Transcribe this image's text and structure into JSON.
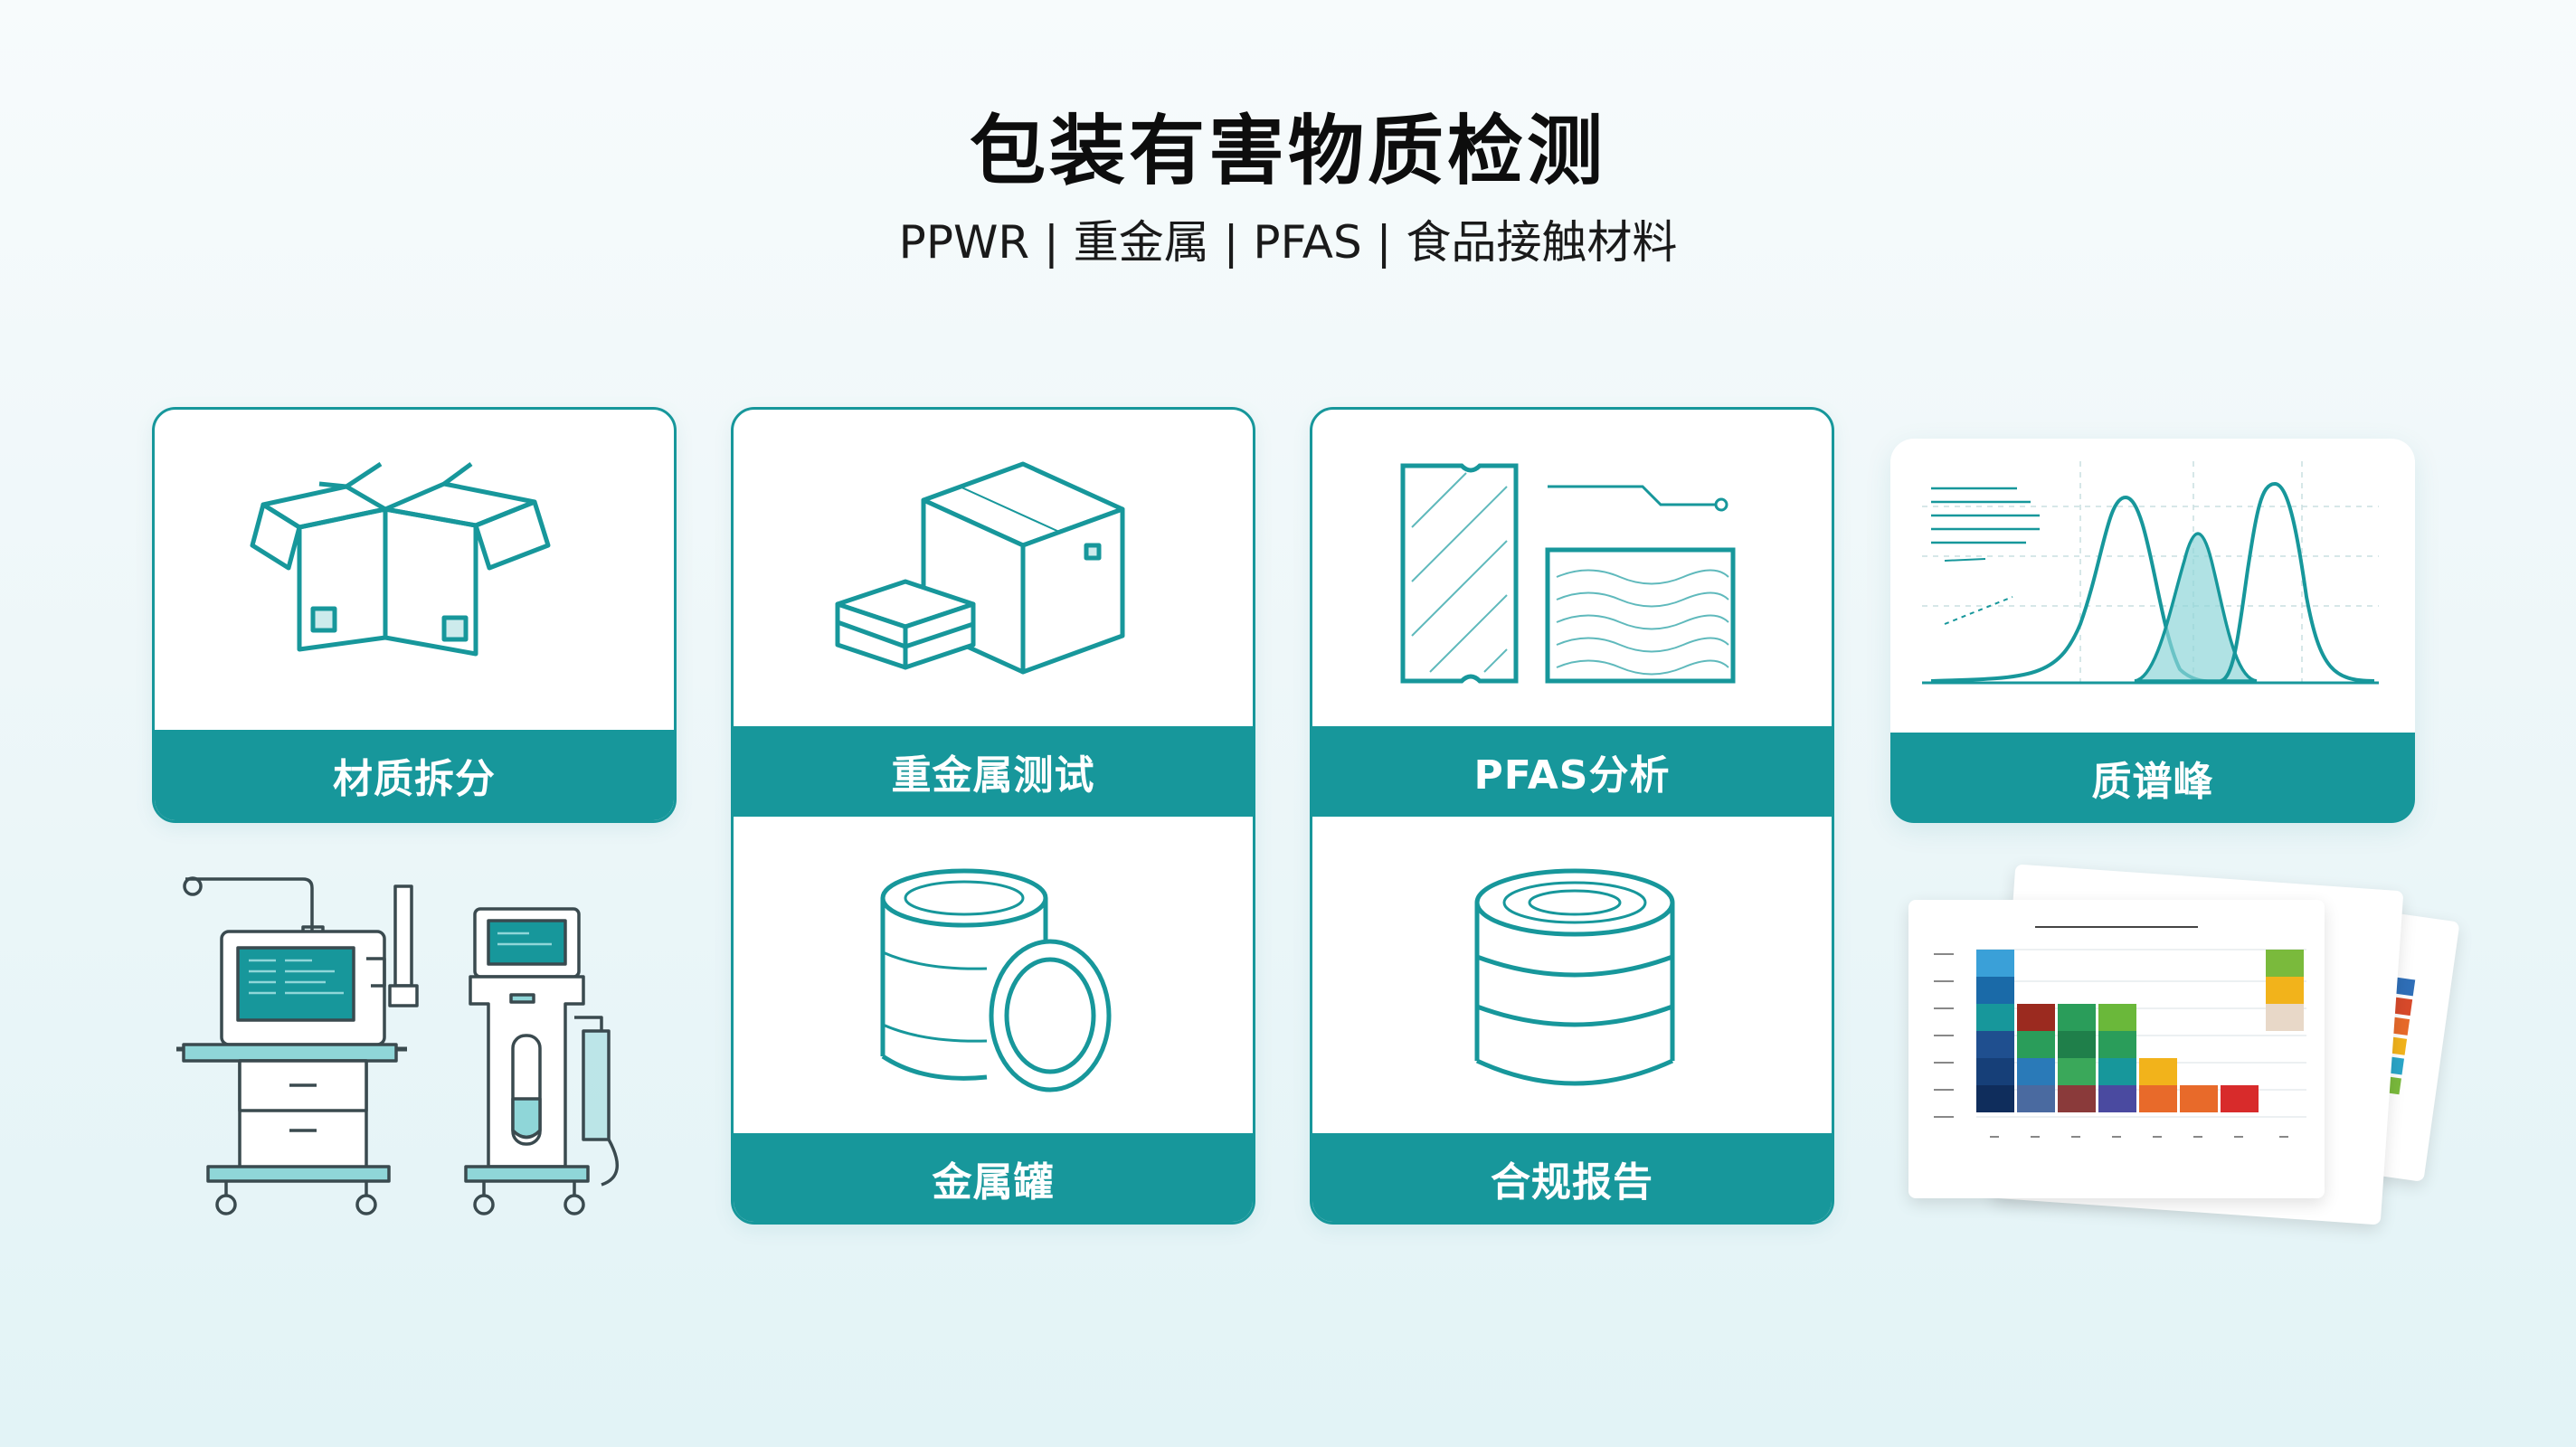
{
  "header": {
    "title": "包装有害物质检测",
    "subtitle": "PPWR | 重金属 | PFAS | 食品接触材料"
  },
  "cards": {
    "material_split": {
      "label": "材质拆分",
      "icon": "open-box-icon"
    },
    "heavy_metal_test": {
      "label": "重金属测试",
      "icon": "package-stack-icon"
    },
    "pfas_analysis": {
      "label": "PFAS分析",
      "icon": "film-sample-icon"
    },
    "mass_spec_peak": {
      "label": "质谱峰",
      "icon": "spectrum-peaks-icon"
    },
    "metal_can": {
      "label": "金属罐",
      "icon": "metal-can-icon"
    },
    "compliance_report": {
      "label": "合规报告",
      "icon": "can-stack-icon"
    }
  },
  "illustrations": {
    "lab_equipment": {
      "icon": "lab-instrument-icon"
    },
    "report_sheets": {
      "icon": "report-document-icon"
    }
  },
  "colors": {
    "accent": "#17979b",
    "accent_light": "#8fd6d8",
    "text": "#111111",
    "background": "#eef7f9"
  }
}
